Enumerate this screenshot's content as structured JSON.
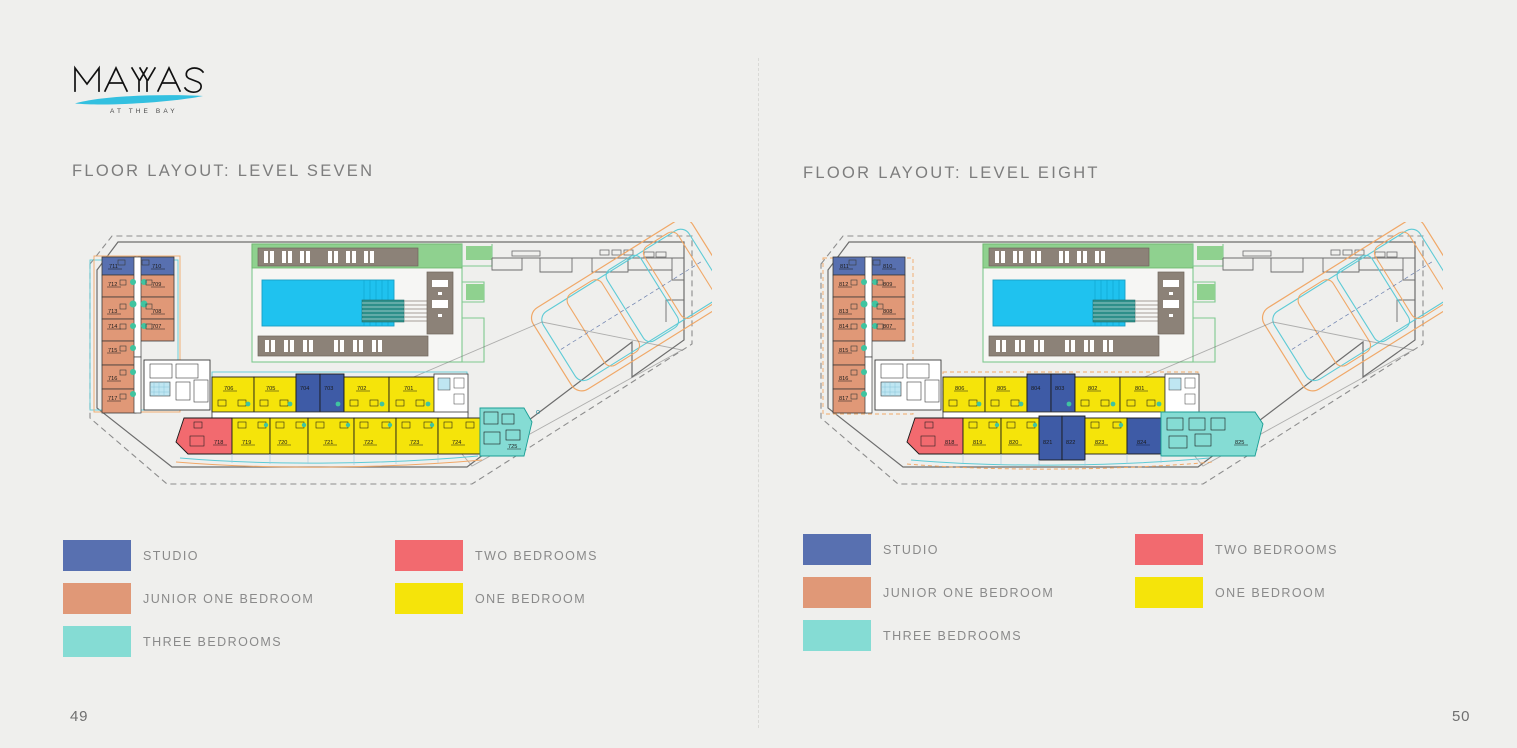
{
  "brand": {
    "wordmark": "MAYAS",
    "tagline": "AT THE BAY"
  },
  "pages": [
    {
      "id": "left",
      "heading": "FLOOR LAYOUT: LEVEL SEVEN",
      "page_number": "49"
    },
    {
      "id": "right",
      "heading": "FLOOR LAYOUT: LEVEL EIGHT",
      "page_number": "50"
    }
  ],
  "legend": {
    "column_1": [
      {
        "label": "STUDIO",
        "color": "#5870b0"
      },
      {
        "label": "JUNIOR ONE BEDROOM",
        "color": "#e09877"
      },
      {
        "label": "THREE BEDROOMS",
        "color": "#85dcd4"
      }
    ],
    "column_2": [
      {
        "label": "TWO BEDROOMS",
        "color": "#f26a6f"
      },
      {
        "label": "ONE BEDROOM",
        "color": "#f5e40a"
      }
    ]
  },
  "colors": {
    "background": "#efefed",
    "studio": "#5870b0",
    "junior_one_bedroom": "#e09877",
    "one_bedroom": "#f5e40a",
    "two_bedrooms": "#f26a6f",
    "three_bedrooms": "#85dcd4",
    "pool_water": "#1fc2ef",
    "landscape_green": "#8fd18f",
    "deck_brown": "#8c8278",
    "outline_dark": "#6d6d6d",
    "terrace_orange": "#f0a868",
    "terrace_cyan": "#5ecbd6",
    "logo_swoosh": "#33c0e0"
  },
  "floor_seven": {
    "level": "SEVEN",
    "wing_units": [
      {
        "number": "711",
        "type": "studio"
      },
      {
        "number": "710",
        "type": "studio"
      },
      {
        "number": "712",
        "type": "junior_one_bedroom"
      },
      {
        "number": "709",
        "type": "junior_one_bedroom"
      },
      {
        "number": "713",
        "type": "junior_one_bedroom"
      },
      {
        "number": "708",
        "type": "junior_one_bedroom"
      },
      {
        "number": "714",
        "type": "junior_one_bedroom"
      },
      {
        "number": "707",
        "type": "junior_one_bedroom"
      },
      {
        "number": "715",
        "type": "junior_one_bedroom"
      },
      {
        "number": "716",
        "type": "junior_one_bedroom"
      },
      {
        "number": "717",
        "type": "junior_one_bedroom"
      }
    ],
    "top_row_units": [
      {
        "number": "706",
        "type": "one_bedroom"
      },
      {
        "number": "705",
        "type": "one_bedroom"
      },
      {
        "number": "704",
        "type": "studio"
      },
      {
        "number": "703",
        "type": "studio"
      },
      {
        "number": "702",
        "type": "one_bedroom"
      },
      {
        "number": "701",
        "type": "one_bedroom"
      }
    ],
    "bottom_row_units": [
      {
        "number": "718",
        "type": "two_bedrooms"
      },
      {
        "number": "719",
        "type": "one_bedroom"
      },
      {
        "number": "720",
        "type": "one_bedroom"
      },
      {
        "number": "721",
        "type": "one_bedroom"
      },
      {
        "number": "722",
        "type": "one_bedroom"
      },
      {
        "number": "723",
        "type": "one_bedroom"
      },
      {
        "number": "724",
        "type": "one_bedroom"
      },
      {
        "number": "725",
        "type": "three_bedrooms"
      }
    ]
  },
  "floor_eight": {
    "level": "EIGHT",
    "wing_units": [
      {
        "number": "811",
        "type": "studio"
      },
      {
        "number": "810",
        "type": "studio"
      },
      {
        "number": "812",
        "type": "junior_one_bedroom"
      },
      {
        "number": "809",
        "type": "junior_one_bedroom"
      },
      {
        "number": "813",
        "type": "junior_one_bedroom"
      },
      {
        "number": "808",
        "type": "junior_one_bedroom"
      },
      {
        "number": "814",
        "type": "junior_one_bedroom"
      },
      {
        "number": "807",
        "type": "junior_one_bedroom"
      },
      {
        "number": "815",
        "type": "junior_one_bedroom"
      },
      {
        "number": "816",
        "type": "junior_one_bedroom"
      },
      {
        "number": "817",
        "type": "junior_one_bedroom"
      }
    ],
    "top_row_units": [
      {
        "number": "806",
        "type": "one_bedroom"
      },
      {
        "number": "805",
        "type": "one_bedroom"
      },
      {
        "number": "804",
        "type": "studio"
      },
      {
        "number": "803",
        "type": "studio"
      },
      {
        "number": "802",
        "type": "one_bedroom"
      },
      {
        "number": "801",
        "type": "one_bedroom"
      }
    ],
    "bottom_row_units": [
      {
        "number": "818",
        "type": "two_bedrooms"
      },
      {
        "number": "819",
        "type": "one_bedroom"
      },
      {
        "number": "820",
        "type": "one_bedroom"
      },
      {
        "number": "821",
        "type": "studio"
      },
      {
        "number": "822",
        "type": "studio"
      },
      {
        "number": "823",
        "type": "one_bedroom"
      },
      {
        "number": "824",
        "type": "studio"
      },
      {
        "number": "825",
        "type": "three_bedrooms"
      }
    ]
  },
  "amenities": {
    "pool": "swimming-pool",
    "deck_north": "sun-lounger-deck",
    "deck_south": "sun-lounger-deck",
    "core": "elevator-core",
    "terrace": "roof-terrace"
  }
}
